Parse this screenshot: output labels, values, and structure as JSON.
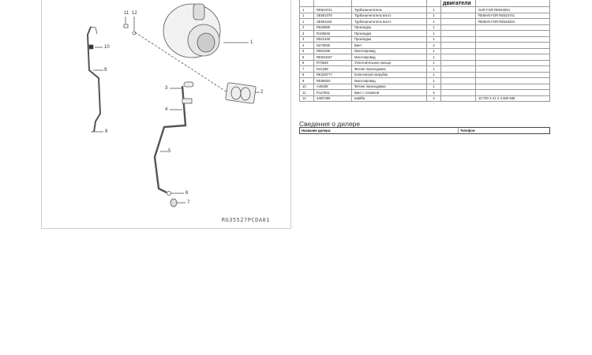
{
  "diagram": {
    "figure_id": "RG35527PCDA01",
    "callouts": [
      "1",
      "2",
      "3",
      "4",
      "5",
      "6",
      "7",
      "8",
      "9",
      "10",
      "11",
      "12"
    ]
  },
  "parts_table": {
    "headers": [
      "",
      "",
      "",
      "",
      "двигателя",
      ""
    ],
    "rows": [
      [
        "1",
        "RE524741",
        "Турбонагнетатель",
        "1",
        "",
        "SUR FOR RE533204"
      ],
      [
        "1",
        "SE501079",
        "Турбонагнетатель восст.",
        "1",
        "",
        "REMAN FOR RE524741"
      ],
      [
        "1",
        "SE501163",
        "Турбонагнетатель восст.",
        "1",
        "",
        "REMAN FOR RE533204"
      ],
      [
        "2",
        "R520685",
        "Прокладка",
        "1",
        "",
        ""
      ],
      [
        "3",
        "R105548",
        "Прокладка",
        "1",
        "",
        ""
      ],
      [
        "3",
        "R521349",
        "Прокладка",
        "1",
        "",
        ""
      ],
      [
        "4",
        "N275030",
        "Винт",
        "2",
        "",
        ""
      ],
      [
        "5",
        "R502198",
        "Маслопровод",
        "1",
        "",
        ""
      ],
      [
        "5",
        "RE534187",
        "Маслопровод",
        "1",
        "",
        ""
      ],
      [
        "6",
        "R73539",
        "Уплотнительное кольцо",
        "1",
        "",
        ""
      ],
      [
        "7",
        "R41288",
        "Фитинг переходника",
        "1",
        "",
        ""
      ],
      [
        "8",
        "RE226777",
        "Коленчатый патрубок",
        "1",
        "",
        ""
      ],
      [
        "9",
        "RE66533",
        "Маслопровод",
        "1",
        "",
        ""
      ],
      [
        "10",
        "A49339",
        "Фитинг переходника",
        "1",
        "",
        ""
      ],
      [
        "11",
        "R127841",
        "Винт с головкой",
        "4",
        "",
        ""
      ],
      [
        "12",
        "24M7259",
        "Шайба",
        "4",
        "",
        "10.700 X 21 X 2.500 MM"
      ]
    ]
  },
  "dealer": {
    "title": "Сведения о дилере",
    "name_label": "Название дилера:",
    "phone_label": "Телефон:"
  }
}
